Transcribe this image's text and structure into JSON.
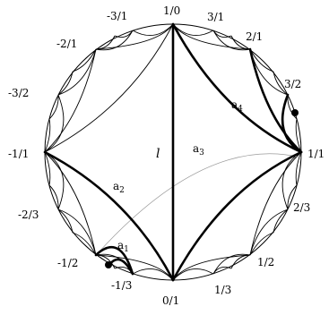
{
  "diagram": {
    "boundary_labels": {
      "top": "1/0",
      "p31": "3/1",
      "p21": "2/1",
      "p32": "3/2",
      "p11": "1/1",
      "p23": "2/3",
      "p12": "1/2",
      "p13": "1/3",
      "bottom": "0/1",
      "m13": "-1/3",
      "m12": "-1/2",
      "m23": "-2/3",
      "m11": "-1/1",
      "m32": "-3/2",
      "m21": "-2/1",
      "m31": "-3/1"
    },
    "geodesic_label": "l",
    "arc_labels": {
      "a1": {
        "base": "a",
        "sub": "1"
      },
      "a2": {
        "base": "a",
        "sub": "2"
      },
      "a3": {
        "base": "a",
        "sub": "3"
      },
      "a4": {
        "base": "a",
        "sub": "4"
      }
    }
  }
}
